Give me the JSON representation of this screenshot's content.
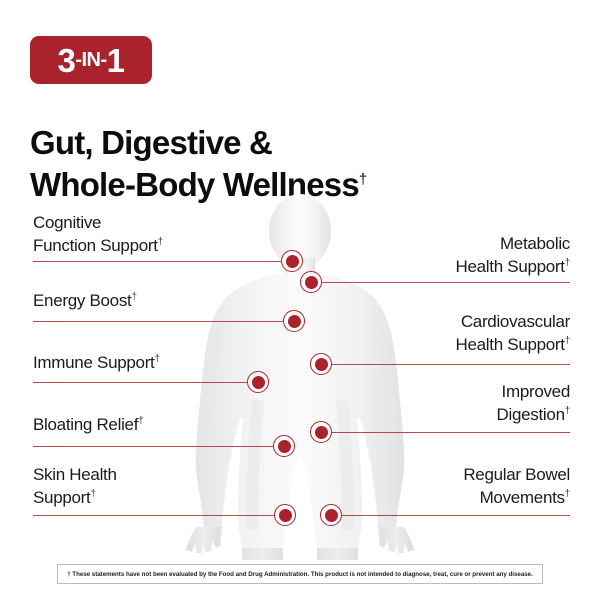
{
  "badge": {
    "number_prefix": "3",
    "middle": "-IN-",
    "number_suffix": "1",
    "color": "#A9222C"
  },
  "title": {
    "line1": "Gut, Digestive &",
    "line2": "Whole-Body Wellness",
    "dagger": "†"
  },
  "figure": {
    "name": "human-body-silhouette",
    "fill": "#ededed"
  },
  "callouts": {
    "left": [
      {
        "label_line1": "Cognitive",
        "label_line2": "Function Support",
        "dagger": "†"
      },
      {
        "label_line1": "Energy Boost",
        "label_line2": "",
        "dagger": "†"
      },
      {
        "label_line1": "Immune Support",
        "label_line2": "",
        "dagger": "†"
      },
      {
        "label_line1": "Bloating Relief",
        "label_line2": "",
        "dagger": "†"
      },
      {
        "label_line1": "Skin Health",
        "label_line2": "Support",
        "dagger": "†"
      }
    ],
    "right": [
      {
        "label_line1": "Metabolic",
        "label_line2": "Health Support",
        "dagger": "†"
      },
      {
        "label_line1": "Cardiovascular",
        "label_line2": "Health Support",
        "dagger": "†"
      },
      {
        "label_line1": "Improved",
        "label_line2": "Digestion",
        "dagger": "†"
      },
      {
        "label_line1": "Regular Bowel",
        "label_line2": "Movements",
        "dagger": "†"
      }
    ],
    "accent_color": "#A9222C"
  },
  "disclaimer": {
    "text": "† These statements have not been evaluated by the Food and Drug Administration. This product is not intended to diagnose, treat, cure or prevent any disease."
  }
}
